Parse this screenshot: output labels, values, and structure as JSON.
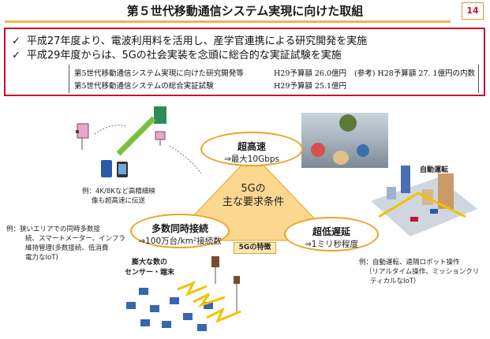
{
  "header": {
    "title": "第５世代移動通信システム実現に向けた取組",
    "page_number": "14"
  },
  "summary": {
    "bullets": [
      {
        "mark": "✓",
        "text": "平成27年度より、電波利用料を活用し、産学官連携による研究開発を実施"
      },
      {
        "mark": "✓",
        "text": "平成29年度からは、5Gの社会実装を念頭に総合的な実証試験を実施"
      }
    ],
    "budget": [
      {
        "label": "第5世代移動通信システム実現に向けた研究開発等",
        "amount": "H29予算額 26.0億円",
        "note": "(参考) H28予算額 27. 1億円の内数"
      },
      {
        "label": "第5世代移動通信システムの総合実証試験",
        "amount": "H29予算額 25.1億円",
        "note": ""
      }
    ]
  },
  "diagram": {
    "center": {
      "line1": "5Gの",
      "line2": "主な要求条件"
    },
    "feature_badge": "5Gの特徴",
    "high_speed": {
      "title": "超高速",
      "value": "⇒最大10Gbps",
      "example": [
        "例：4K/8Kなど高精細映",
        "像も超高速に伝送"
      ]
    },
    "massive": {
      "title": "多数同時接続",
      "value": "⇒100万台/km²接続数",
      "example": [
        "例：狭いエリアでの同時多数接",
        "続、スマートメーター、インフラ",
        "維持管理(多数接続、低消費",
        "電力なIoT)"
      ]
    },
    "low_latency": {
      "title": "超低遅延",
      "value": "⇒1ミリ秒程度",
      "example": [
        "例：自動運転、遠隔ロボット操作",
        "（リアルタイム操作、ミッションクリ",
        "ティカルなIoT）"
      ]
    },
    "sensors_label": [
      "膨大な数の",
      "センサー・端末"
    ],
    "autonomous_label": "自動運転"
  },
  "colors": {
    "accent_red": "#c8102e",
    "accent_orange": "#e8a524",
    "triangle_fill": "#fbd790"
  }
}
